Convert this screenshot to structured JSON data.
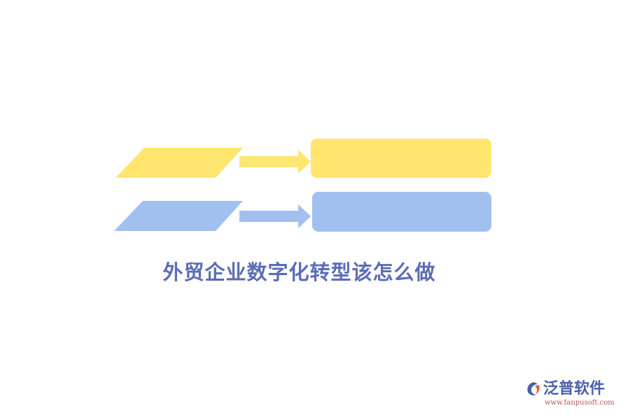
{
  "diagram": {
    "title": "外贸企业数字化转型该怎么做",
    "rows": [
      {
        "color": "#ffe66e",
        "label_left": "",
        "label_right": ""
      },
      {
        "color": "#a2c0ef",
        "label_left": "",
        "label_right": ""
      }
    ],
    "title_color": "#5b6db6"
  },
  "branding": {
    "name": "泛普软件",
    "url": "www.fanpusoft.com",
    "name_color": "#4a60a8",
    "url_color": "#b2555b",
    "logo_icon": "fanpu-logo-icon"
  }
}
